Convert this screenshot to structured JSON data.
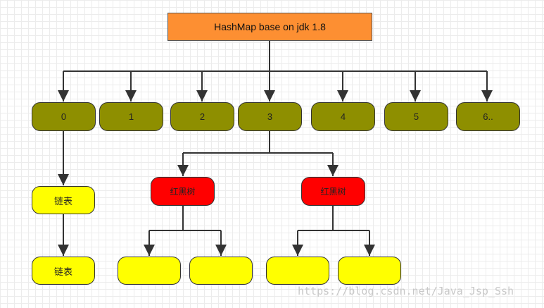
{
  "title": "HashMap base on jdk 1.8",
  "buckets": [
    "0",
    "1",
    "2",
    "3",
    "4",
    "5",
    "6.."
  ],
  "linked_list": [
    "链表",
    "链表"
  ],
  "red_black_trees": [
    "红黑树",
    "红黑树"
  ],
  "leaf_nodes": [
    "",
    "",
    "",
    ""
  ],
  "watermark": "https://blog.csdn.net/Java_Jsp_Ssh",
  "colors": {
    "title_fill": "#fd8f32",
    "bucket_fill": "#8e8f00",
    "list_fill": "#ffff00",
    "tree_fill": "#ff0000",
    "line": "#333333"
  }
}
